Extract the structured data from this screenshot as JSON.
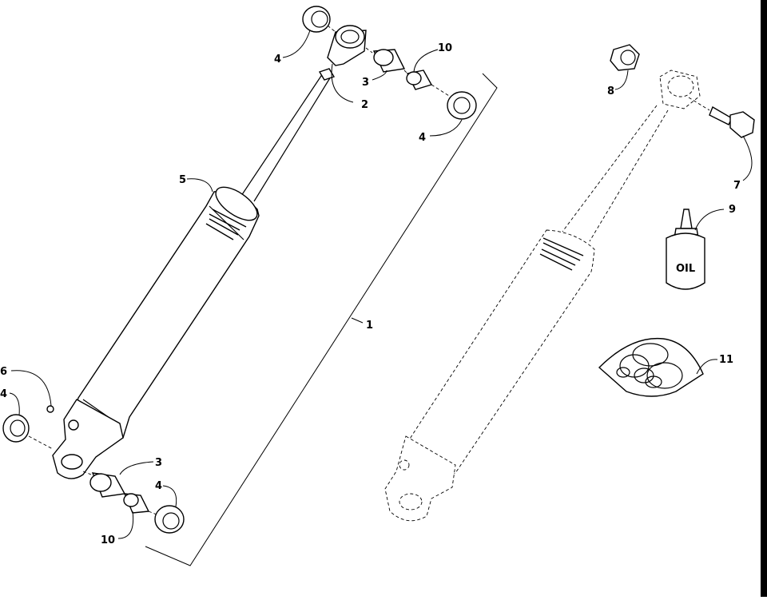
{
  "callouts": {
    "c1": "1",
    "c2": "2",
    "c3a": "3",
    "c3b": "3",
    "c4a": "4",
    "c4b": "4",
    "c4c": "4",
    "c4d": "4",
    "c5": "5",
    "c6": "6",
    "c7": "7",
    "c8": "8",
    "c9": "9",
    "c10a": "10",
    "c10b": "10",
    "c11": "11"
  },
  "bottle_label": "OIL"
}
